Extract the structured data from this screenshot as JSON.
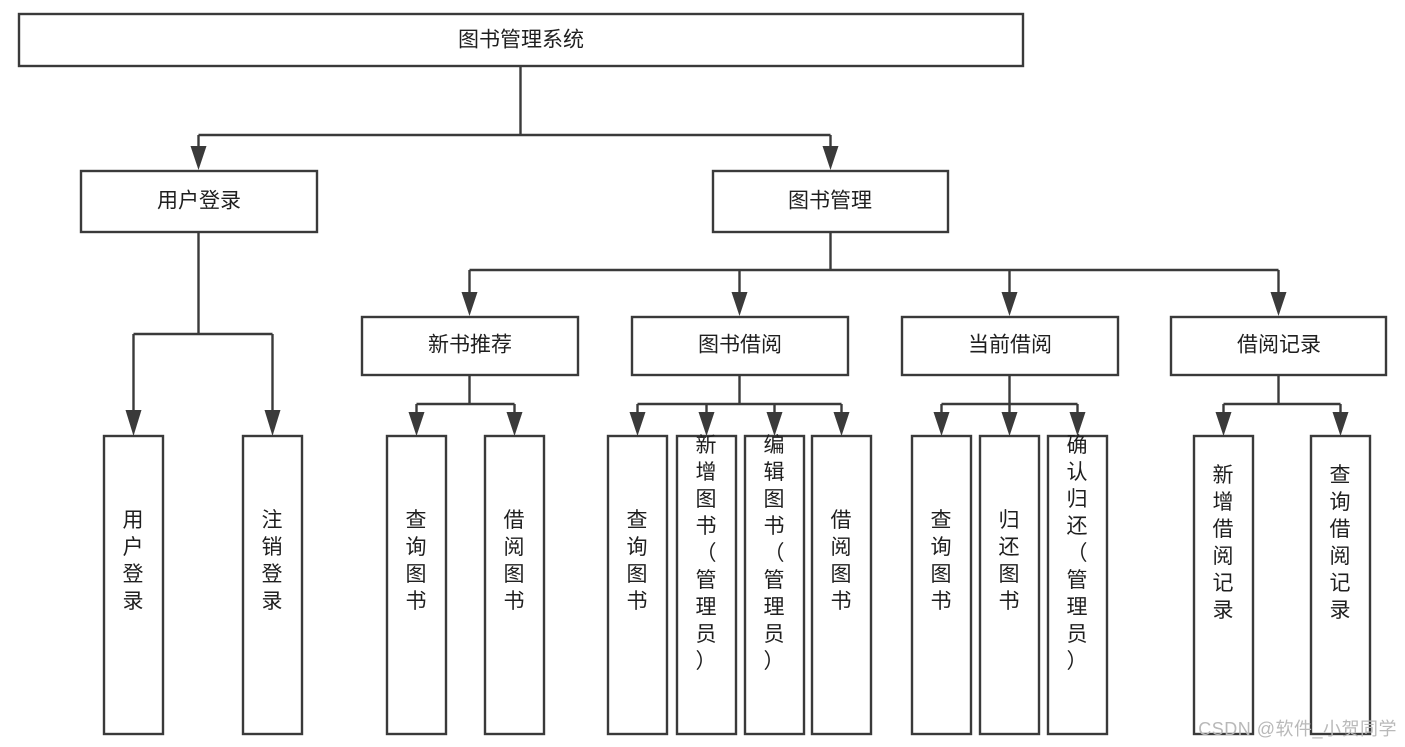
{
  "diagram": {
    "title": "图书管理系统",
    "type": "tree-hierarchy",
    "watermark": "CSDN @软件_小贺同学",
    "colors": {
      "stroke": "#3a3a3a",
      "fill": "#ffffff",
      "text": "#1f1f1f",
      "watermark": "#b9b9b9"
    },
    "levels": [
      {
        "level": 1,
        "nodes": [
          {
            "id": "root",
            "label": "图书管理系统",
            "orientation": "horizontal"
          }
        ]
      },
      {
        "level": 2,
        "nodes": [
          {
            "id": "user-login",
            "label": "用户登录",
            "orientation": "horizontal",
            "parent": "root"
          },
          {
            "id": "book-manage",
            "label": "图书管理",
            "orientation": "horizontal",
            "parent": "root"
          }
        ]
      },
      {
        "level": 3,
        "nodes": [
          {
            "id": "new-book-rec",
            "label": "新书推荐",
            "orientation": "horizontal",
            "parent": "book-manage"
          },
          {
            "id": "book-borrow",
            "label": "图书借阅",
            "orientation": "horizontal",
            "parent": "book-manage"
          },
          {
            "id": "current-borrow",
            "label": "当前借阅",
            "orientation": "horizontal",
            "parent": "book-manage"
          },
          {
            "id": "borrow-record",
            "label": "借阅记录",
            "orientation": "horizontal",
            "parent": "book-manage"
          }
        ]
      },
      {
        "level": 4,
        "nodes": [
          {
            "id": "leaf-user-login",
            "label": "用户登录",
            "orientation": "vertical",
            "parent": "user-login"
          },
          {
            "id": "leaf-user-logout",
            "label": "注销登录",
            "orientation": "vertical",
            "parent": "user-login"
          },
          {
            "id": "leaf-query-book-1",
            "label": "查询图书",
            "orientation": "vertical",
            "parent": "new-book-rec"
          },
          {
            "id": "leaf-borrow-book-1",
            "label": "借阅图书",
            "orientation": "vertical",
            "parent": "new-book-rec"
          },
          {
            "id": "leaf-query-book-2",
            "label": "查询图书",
            "orientation": "vertical",
            "parent": "book-borrow"
          },
          {
            "id": "leaf-add-book",
            "label": "新增图书（管理员）",
            "orientation": "vertical",
            "parent": "book-borrow"
          },
          {
            "id": "leaf-edit-book",
            "label": "编辑图书（管理员）",
            "orientation": "vertical",
            "parent": "book-borrow"
          },
          {
            "id": "leaf-borrow-book-2",
            "label": "借阅图书",
            "orientation": "vertical",
            "parent": "book-borrow"
          },
          {
            "id": "leaf-query-book-3",
            "label": "查询图书",
            "orientation": "vertical",
            "parent": "current-borrow"
          },
          {
            "id": "leaf-return-book",
            "label": "归还图书",
            "orientation": "vertical",
            "parent": "current-borrow"
          },
          {
            "id": "leaf-confirm-return",
            "label": "确认归还（管理员）",
            "orientation": "vertical",
            "parent": "current-borrow"
          },
          {
            "id": "leaf-add-record",
            "label": "新增借阅记录",
            "orientation": "vertical",
            "parent": "borrow-record"
          },
          {
            "id": "leaf-query-record",
            "label": "查询借阅记录",
            "orientation": "vertical",
            "parent": "borrow-record"
          }
        ]
      }
    ],
    "node_labels": {
      "root": "图书管理系统",
      "user_login": "用户登录",
      "book_manage": "图书管理",
      "new_book_rec": "新书推荐",
      "book_borrow": "图书借阅",
      "current_borrow": "当前借阅",
      "borrow_record": "借阅记录",
      "leaf_user_login": "用户登录",
      "leaf_user_logout": "注销登录",
      "leaf_query_book_1": "查询图书",
      "leaf_borrow_book_1": "借阅图书",
      "leaf_query_book_2": "查询图书",
      "leaf_add_book": "新增图书（管理员）",
      "leaf_edit_book": "编辑图书（管理员）",
      "leaf_borrow_book_2": "借阅图书",
      "leaf_query_book_3": "查询图书",
      "leaf_return_book": "归还图书",
      "leaf_confirm_return": "确认归还（管理员）",
      "leaf_add_record": "新增借阅记录",
      "leaf_query_record": "查询借阅记录"
    }
  }
}
